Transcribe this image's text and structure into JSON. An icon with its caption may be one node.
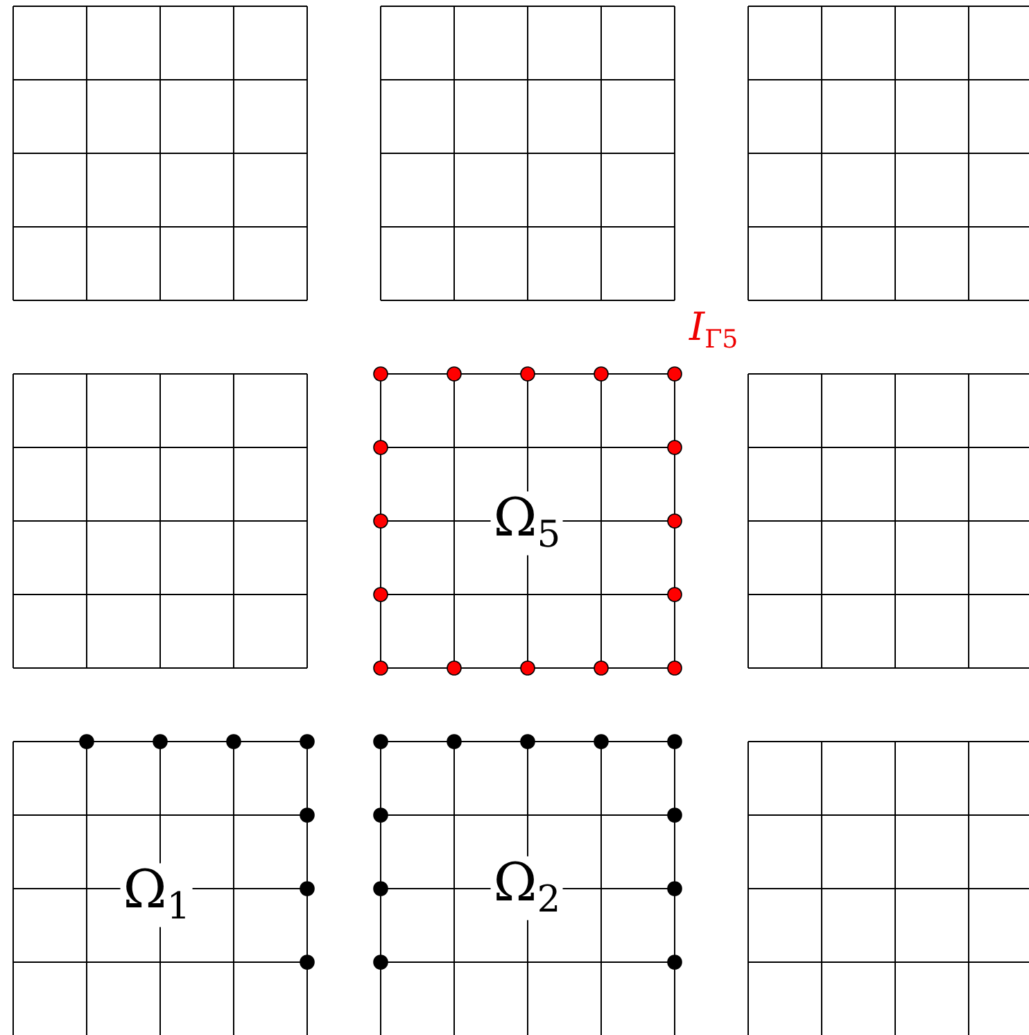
{
  "diagram": {
    "nodes": [
      {
        "text": [],
        "shape": "box"
      },
      {
        "text": [],
        "shape": "box"
      },
      {
        "text": [],
        "shape": "box"
      },
      {
        "text": [],
        "shape": "box"
      },
      {
        "text": [
          "Ω$_{5}$"
        ]
      },
      {
        "text": [],
        "shape": "box"
      },
      {
        "text": [
          "Ω$_{1}$"
        ]
      },
      {
        "text": [
          "Ω$_{2}$"
        ]
      },
      {
        "text": [],
        "shape": "box"
      }
    ],
    "labels": [
      "*I*$_{Γ5}$"
    ]
  }
}
